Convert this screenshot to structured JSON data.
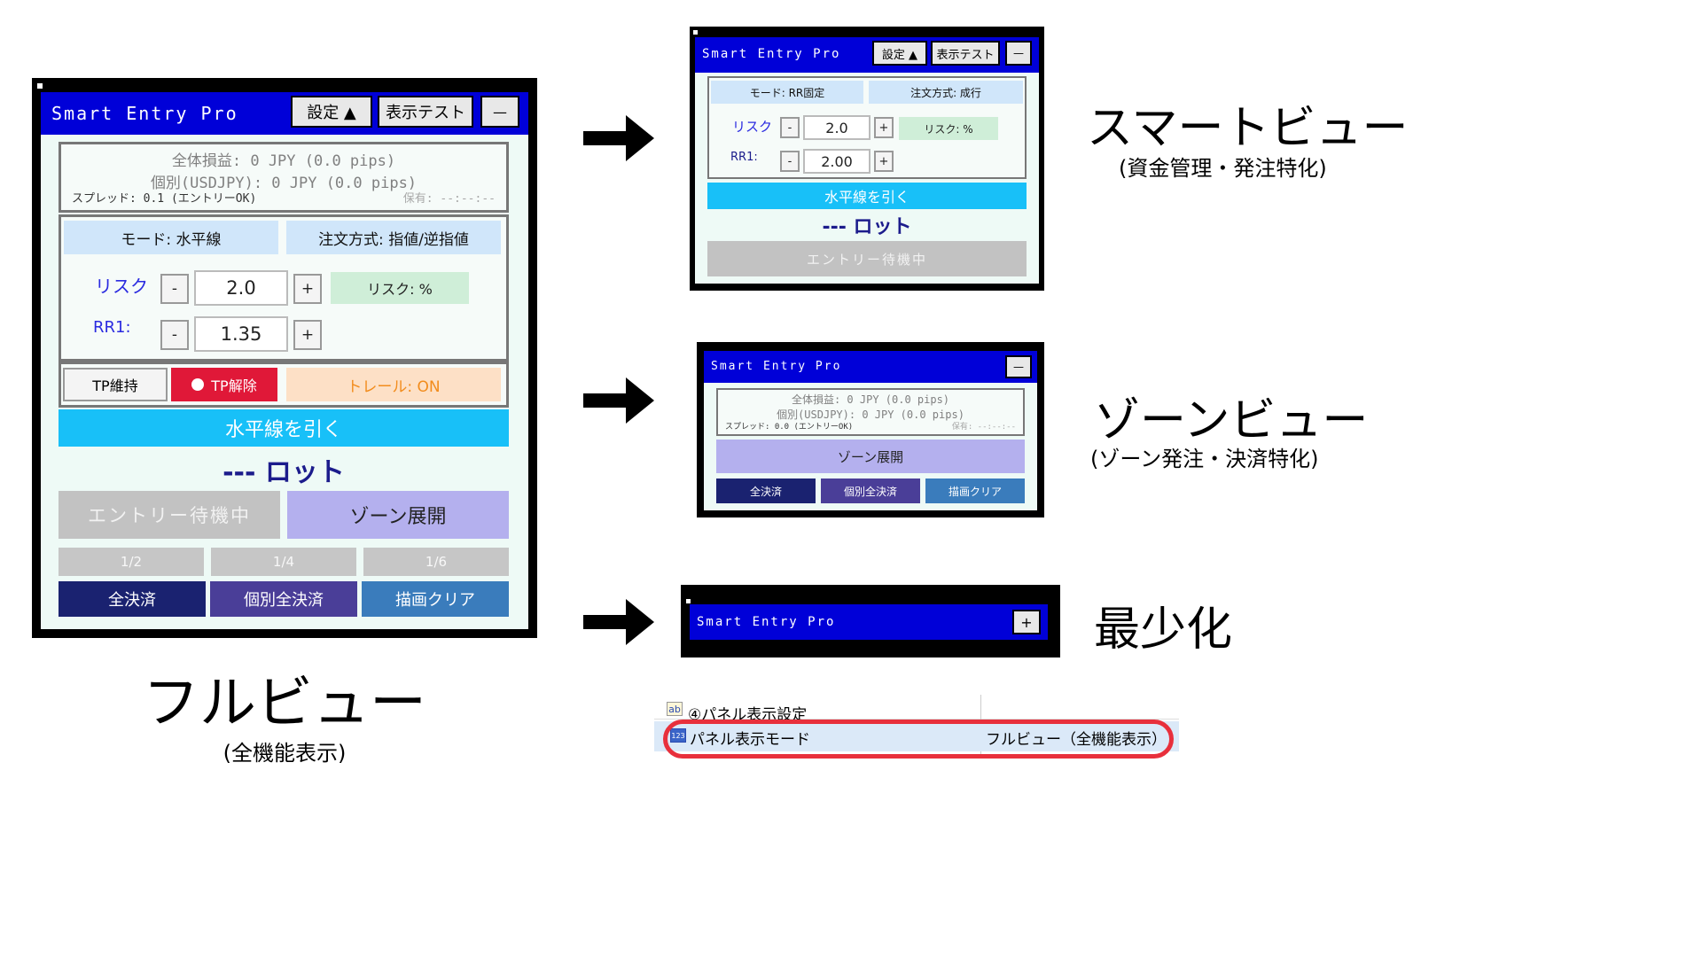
{
  "panel_title": "Smart Entry Pro",
  "full": {
    "settings_label": "設定 ▲",
    "display_test_label": "表示テスト",
    "minimize_label": "—",
    "total_pnl": "全体損益: 0 JPY (0.0 pips)",
    "pair_pnl": "個別(USDJPY): 0 JPY (0.0 pips)",
    "spread": "スプレッド: 0.1 (エントリーOK)",
    "holding": "保有: --:--:--",
    "mode": "モード: 水平線",
    "order_type": "注文方式: 指値/逆指値",
    "risk_label": "リスク",
    "risk_value": "2.0",
    "risk_unit": "リスク: %",
    "rr_label": "RR1:",
    "rr_value": "1.35",
    "minus": "-",
    "plus": "+",
    "tp_keep": "TP維持",
    "tp_release": "TP解除",
    "trail": "トレール: ON",
    "draw_line": "水平線を引く",
    "lot": "--- ロット",
    "entry_wait": "エントリー待機中",
    "zone_expand": "ゾーン展開",
    "half": "1/2",
    "quarter": "1/4",
    "sixth": "1/6",
    "close_all": "全決済",
    "close_pair": "個別全決済",
    "clear_drawing": "描画クリア"
  },
  "smart": {
    "settings_label": "設定 ▲",
    "display_test_label": "表示テスト",
    "minimize_label": "—",
    "mode": "モード: RR固定",
    "order_type": "注文方式: 成行",
    "risk_label": "リスク",
    "risk_value": "2.0",
    "risk_unit": "リスク: %",
    "rr_label": "RR1:",
    "rr_value": "2.00",
    "minus": "-",
    "plus": "+",
    "draw_line": "水平線を引く",
    "lot": "--- ロット",
    "entry_wait": "エントリー待機中"
  },
  "zone": {
    "minimize_label": "—",
    "total_pnl": "全体損益: 0 JPY (0.0 pips)",
    "pair_pnl": "個別(USDJPY): 0 JPY (0.0 pips)",
    "spread": "スプレッド: 0.0 (エントリーOK)",
    "holding": "保有: --:--:--",
    "zone_expand": "ゾーン展開",
    "close_all": "全決済",
    "close_pair": "個別全決済",
    "clear_drawing": "描画クリア"
  },
  "minimized": {
    "expand_label": "+"
  },
  "captions": {
    "full_title": "フルビュー",
    "full_sub": "(全機能表示)",
    "smart_title": "スマートビュー",
    "smart_sub": "(資金管理・発注特化)",
    "zone_title": "ゾーンビュー",
    "zone_sub": "(ゾーン発注・決済特化)",
    "min_title": "最少化"
  },
  "settings_table": {
    "row1_icon": "ab",
    "row1_label": "④パネル表示設定",
    "row2_icon": "123",
    "row2_label": "パネル表示モード",
    "row2_value": "フルビュー（全機能表示）"
  },
  "colors": {
    "title_bar": "#0000d8",
    "draw_line_button": "#18c0f8",
    "tp_release": "#e01838",
    "trail": "#fde0c6",
    "zone_expand": "#b4b0ee",
    "close_all": "#1a2270",
    "close_pair": "#4a3e98",
    "clear_drawing": "#3a7cbc",
    "highlight_outline": "#e8303c"
  }
}
